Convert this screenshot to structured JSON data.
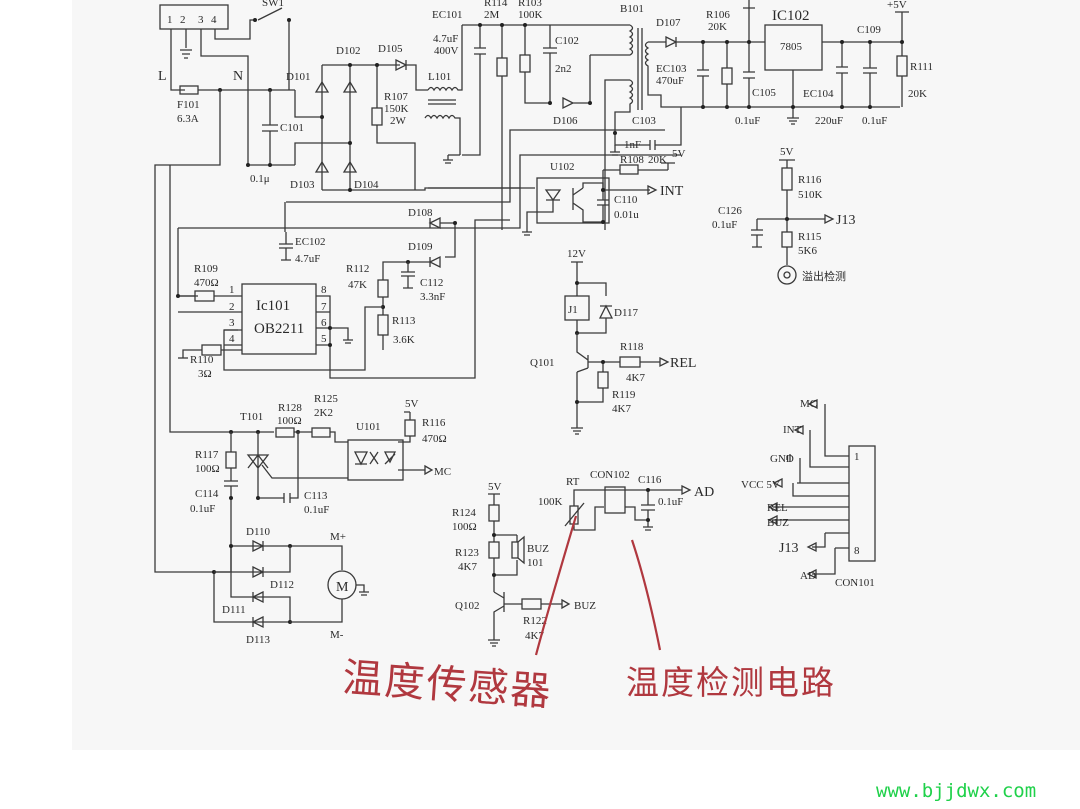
{
  "diagram": {
    "type": "electrical-schematic",
    "annotations": {
      "sensor": "温度传感器",
      "detect_circuit": "温度检测电路",
      "overflow_detect": "溢出检测"
    },
    "watermark": "www.bjjdwx.com",
    "colors": {
      "annotation": "#b0383f",
      "watermark": "#1fd14a",
      "wire": "#3a3a3a"
    },
    "input": {
      "pins": [
        "1",
        "2",
        "3",
        "4"
      ],
      "line_label": "L",
      "neutral_label": "N",
      "switch": "SW1"
    },
    "components": {
      "F101": {
        "ref": "F101",
        "value": "6.3A"
      },
      "C101": {
        "ref": "C101",
        "value": "0.1μ"
      },
      "D101": "D101",
      "D102": "D102",
      "D103": "D103",
      "D104": "D104",
      "D105": "D105",
      "D106": "D106",
      "D107": "D107",
      "D108": "D108",
      "D109": "D109",
      "D110": "D110",
      "D111": "D111",
      "D112": "D112",
      "D113": "D113",
      "D117": "D117",
      "R107": {
        "ref": "R107",
        "value": "150K",
        "power": "2W"
      },
      "L101": "L101",
      "EC101": {
        "ref": "EC101",
        "value": "4.7uF",
        "voltage": "400V"
      },
      "R114": {
        "ref": "R114",
        "value": "2M"
      },
      "R103": {
        "ref": "R103",
        "value": "100K"
      },
      "C102": {
        "ref": "C102",
        "value": "2n2"
      },
      "B101": "B101",
      "EC103": {
        "ref": "EC103",
        "value": "470uF"
      },
      "R106": {
        "ref": "R106",
        "value": "20K"
      },
      "C105": {
        "ref": "C105",
        "value": "0.1uF"
      },
      "C103": {
        "ref": "C103",
        "value": "1nF"
      },
      "IC102": {
        "ref": "IC102",
        "value": "7805"
      },
      "EC104": {
        "ref": "EC104",
        "value": "220uF"
      },
      "C109": {
        "ref": "C109",
        "value": "0.1uF"
      },
      "R111": {
        "ref": "R111",
        "value": "20K"
      },
      "plus5v": "+5V",
      "R108": {
        "ref": "R108",
        "value": "20K",
        "supply": "5V"
      },
      "U102": "U102",
      "C110": {
        "ref": "C110",
        "value": "0.01u"
      },
      "INT": "INT",
      "R116a": {
        "ref": "R116",
        "value": "510K",
        "supply": "5V"
      },
      "R115": {
        "ref": "R115",
        "value": "5K6"
      },
      "C126": {
        "ref": "C126",
        "value": "0.1uF"
      },
      "J13": "J13",
      "EC102": {
        "ref": "EC102",
        "value": "4.7uF"
      },
      "R109": {
        "ref": "R109",
        "value": "470Ω"
      },
      "IC101": {
        "ref": "Ic101",
        "value": "OB2211",
        "pins": [
          "1",
          "2",
          "3",
          "4",
          "5",
          "6",
          "7",
          "8"
        ]
      },
      "R110": {
        "ref": "R110",
        "value": "3Ω"
      },
      "R112": {
        "ref": "R112",
        "value": "47K"
      },
      "C112": {
        "ref": "C112",
        "value": "3.3nF"
      },
      "R113": {
        "ref": "R113",
        "value": "3.6K"
      },
      "J1": {
        "ref": "J1",
        "supply": "12V"
      },
      "Q101": "Q101",
      "R118": {
        "ref": "R118",
        "value": "4K7"
      },
      "R119": {
        "ref": "R119",
        "value": "4K7"
      },
      "REL": "REL",
      "T101": "T101",
      "R128": {
        "ref": "R128",
        "value": "100Ω"
      },
      "R125": {
        "ref": "R125",
        "value": "2K2"
      },
      "U101": "U101",
      "R116b": {
        "ref": "R116",
        "value": "470Ω",
        "supply": "5V"
      },
      "MC": "MC",
      "R117": {
        "ref": "R117",
        "value": "100Ω"
      },
      "C114": {
        "ref": "C114",
        "value": "0.1uF"
      },
      "C113": {
        "ref": "C113",
        "value": "0.1uF"
      },
      "motor": {
        "symbol": "M",
        "plus": "M+",
        "minus": "M-"
      },
      "R124": {
        "ref": "R124",
        "value": "100Ω",
        "supply": "5V"
      },
      "R123": {
        "ref": "R123",
        "value": "4K7"
      },
      "BUZ101": {
        "ref": "BUZ",
        "num": "101"
      },
      "Q102": "Q102",
      "R122": {
        "ref": "R122",
        "value": "4K7"
      },
      "BUZ": "BUZ",
      "RT": {
        "ref": "RT",
        "value": "100K"
      },
      "CON102": "CON102",
      "C116": {
        "ref": "C116",
        "value": "0.1uF"
      },
      "AD": "AD"
    },
    "CON101": {
      "ref": "CON101",
      "pin_first": "1",
      "pin_last": "8",
      "signals": [
        "MC",
        "INT",
        "GND",
        "VCC 5V",
        "REL",
        "BUZ",
        "J13",
        "AD"
      ]
    }
  }
}
